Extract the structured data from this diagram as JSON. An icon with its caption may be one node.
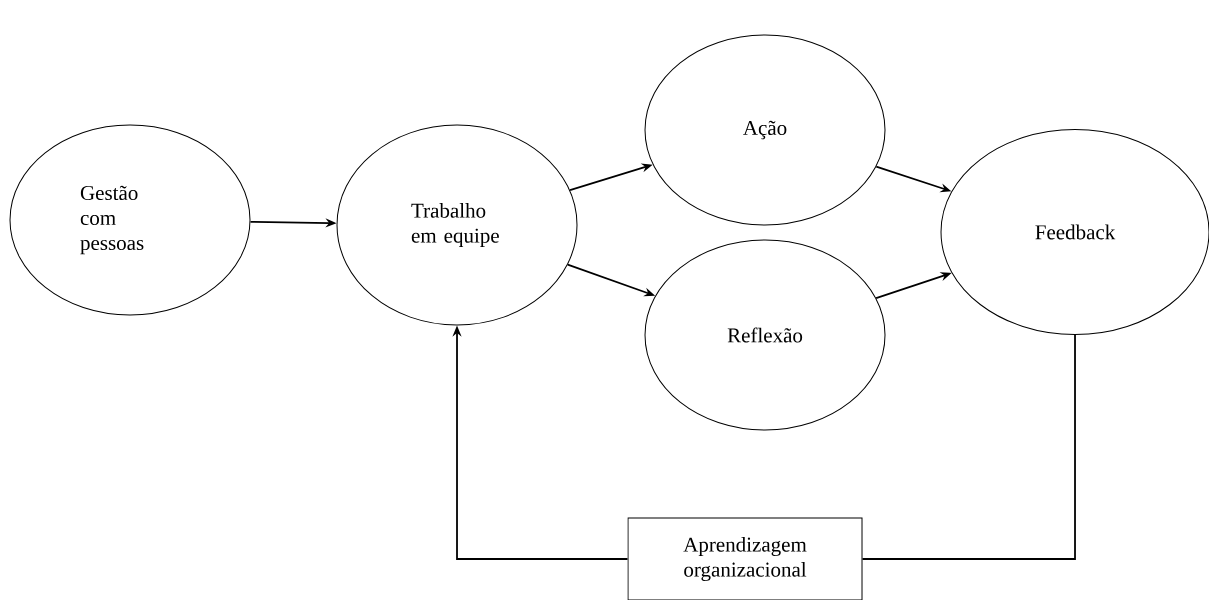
{
  "diagram": {
    "nodes": [
      {
        "text": [
          "Gestão com pessoas"
        ]
      },
      {
        "text": [
          "Trabalho em equipe"
        ]
      },
      {
        "text": [
          "Ação"
        ]
      },
      {
        "text": [
          "Reflexão"
        ]
      },
      {
        "text": [
          "Feedback"
        ]
      },
      {
        "text": [
          "Aprendizagem organizacional"
        ]
      }
    ],
    "edges": [
      {
        "from": 0,
        "to": 1,
        "arrow": "to"
      },
      {
        "from": 1,
        "to": 2,
        "arrow": "to"
      },
      {
        "from": 1,
        "to": 3,
        "arrow": "to"
      },
      {
        "from": 2,
        "to": 4,
        "arrow": "to"
      },
      {
        "from": 3,
        "to": 4,
        "arrow": "to"
      },
      {
        "from": 5,
        "to": 1,
        "arrow": "to"
      },
      {
        "from": 5,
        "to": 4,
        "arrow": "none"
      }
    ]
  }
}
